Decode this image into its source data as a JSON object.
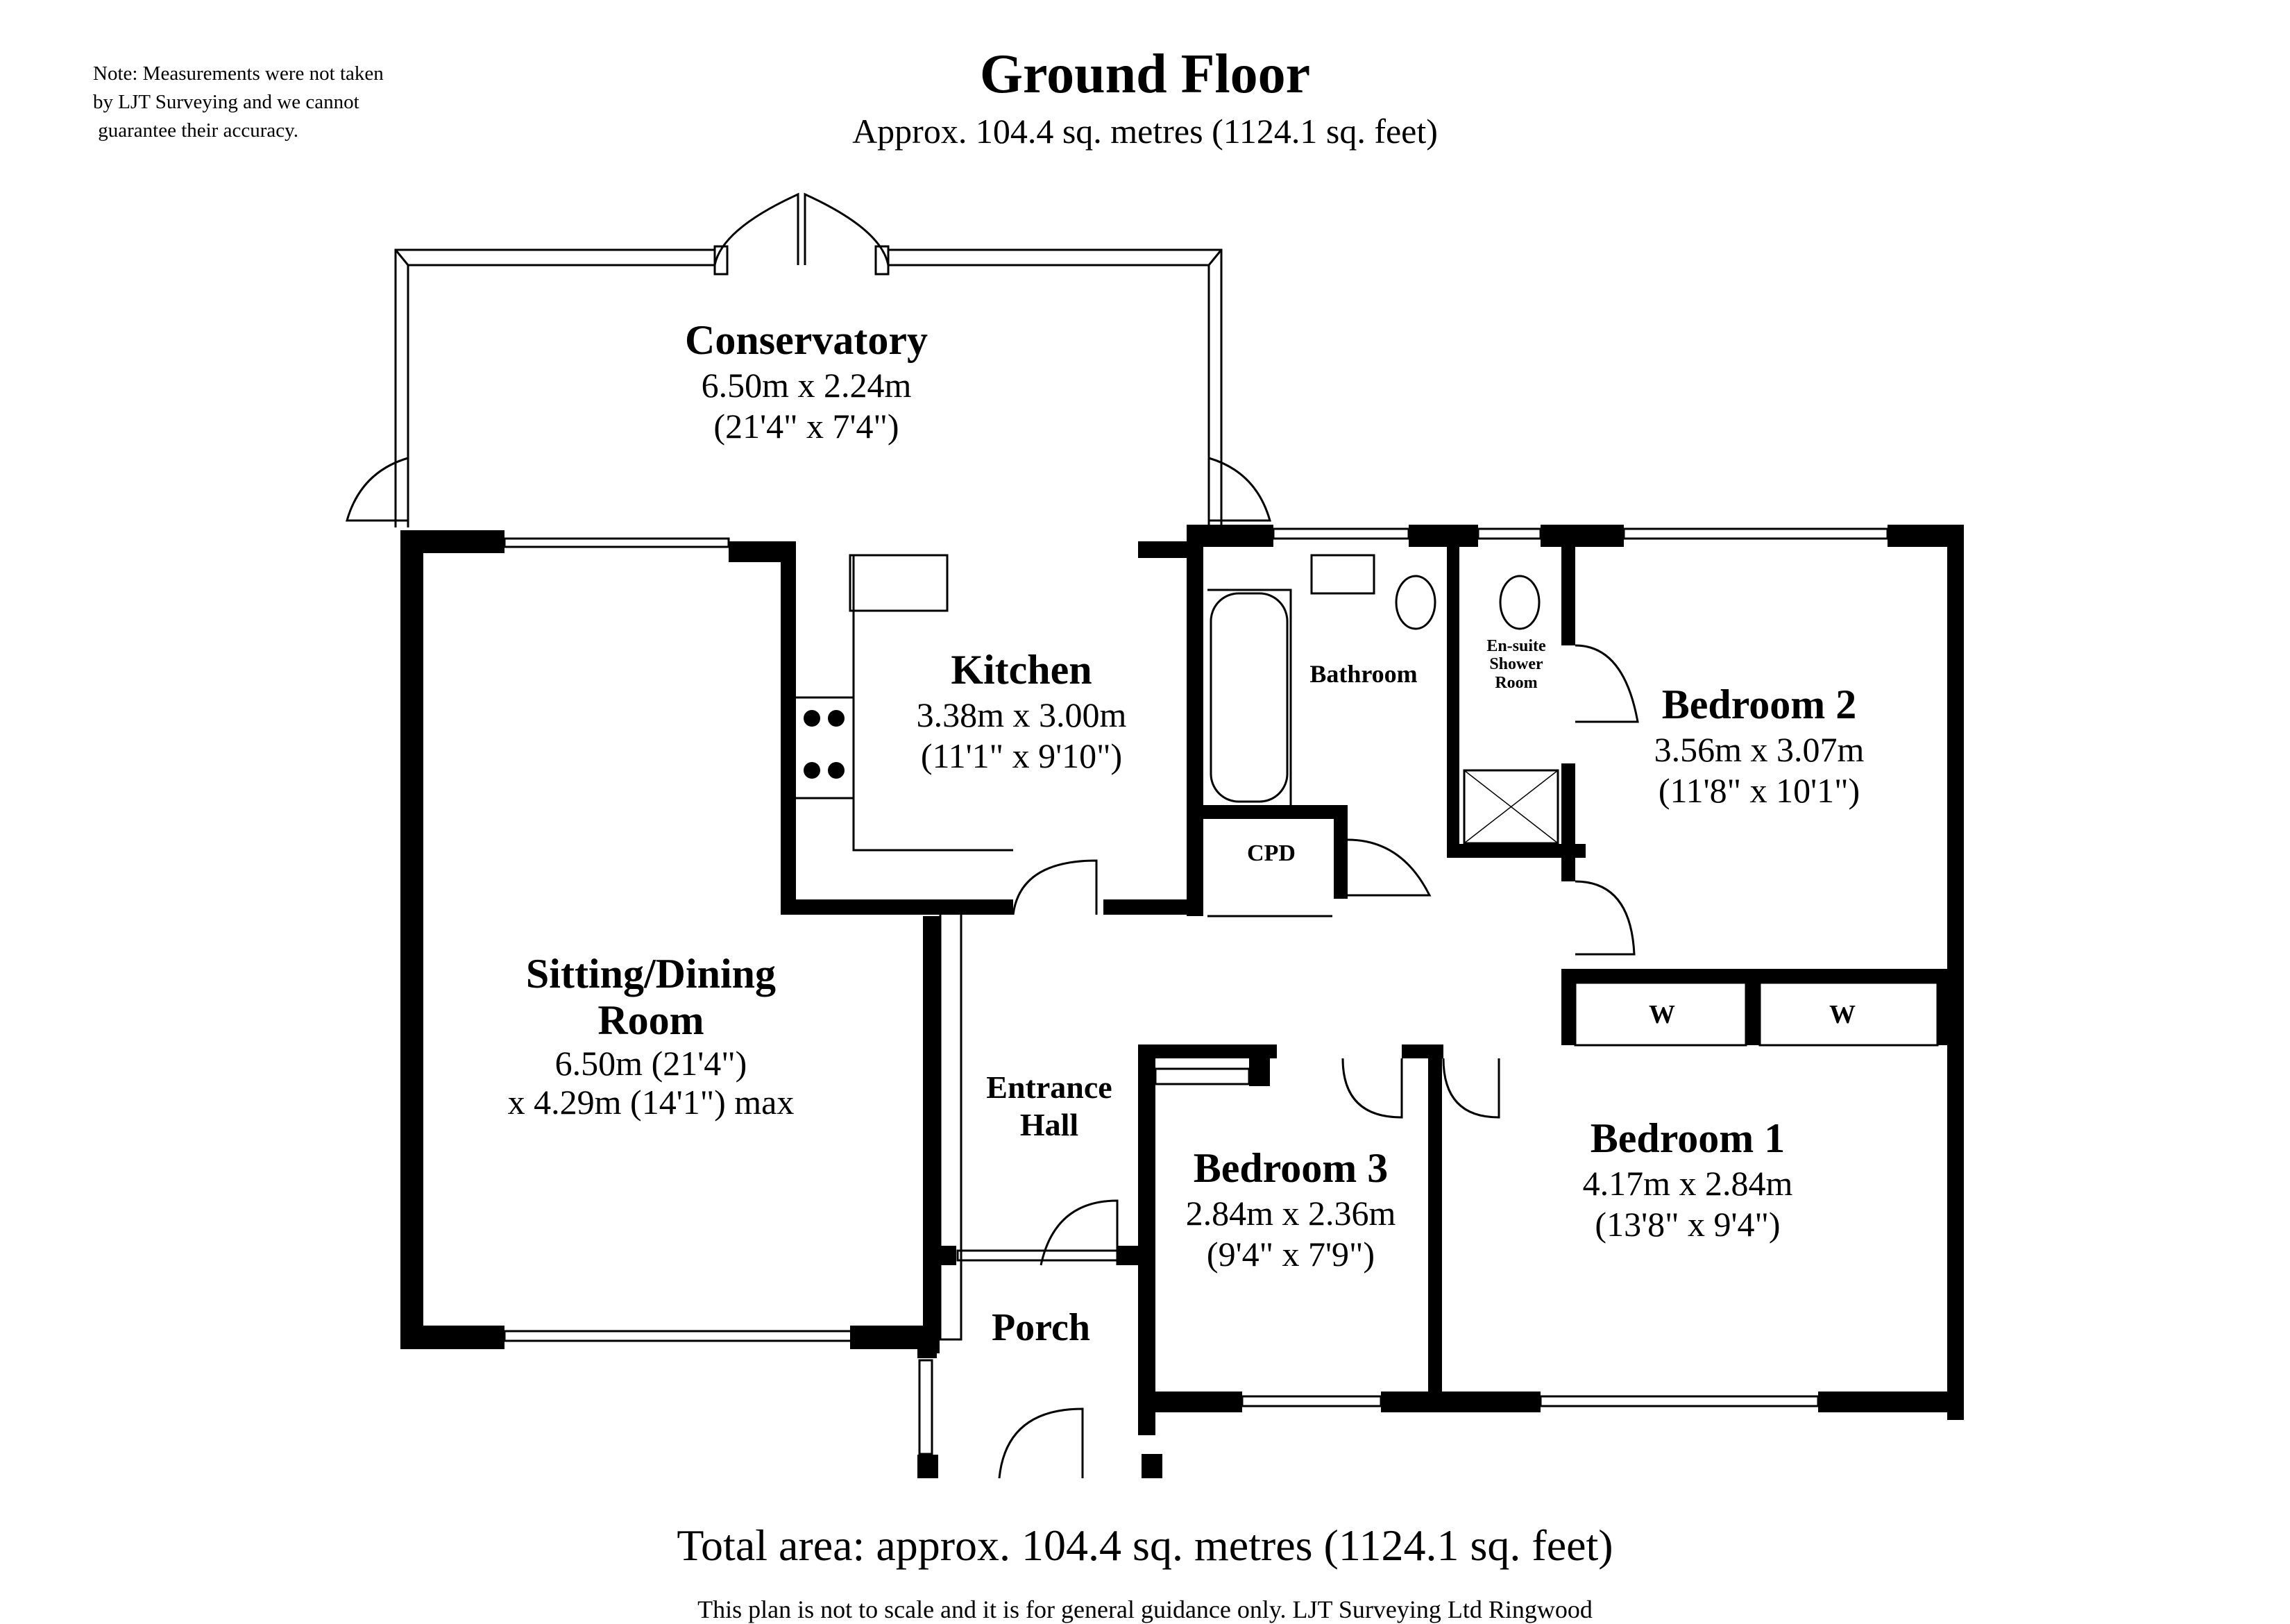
{
  "header": {
    "note": "Note: Measurements were not taken\nby LJT Surveying and we cannot\n guarantee their accuracy.",
    "title": "Ground Floor",
    "subtitle": "Approx. 104.4 sq. metres (1124.1 sq. feet)"
  },
  "rooms": {
    "conservatory": {
      "name": "Conservatory",
      "size_m": "6.50m x 2.24m",
      "size_ft": "(21'4\" x 7'4\")"
    },
    "kitchen": {
      "name": "Kitchen",
      "size_m": "3.38m x 3.00m",
      "size_ft": "(11'1\" x 9'10\")"
    },
    "bathroom": {
      "name": "Bathroom"
    },
    "ensuite": {
      "name_line1": "En-suite",
      "name_line2": "Shower",
      "name_line3": "Room"
    },
    "bedroom2": {
      "name": "Bedroom 2",
      "size_m": "3.56m x 3.07m",
      "size_ft": "(11'8\" x 10'1\")"
    },
    "cpd": {
      "name": "CPD"
    },
    "sitting": {
      "name_line1": "Sitting/Dining",
      "name_line2": "Room",
      "size_line1": "6.50m (21'4\")",
      "size_line2": "x 4.29m (14'1\") max"
    },
    "wardrobe": {
      "label": "W"
    },
    "entrance": {
      "name_line1": "Entrance",
      "name_line2": "Hall"
    },
    "bedroom3": {
      "name": "Bedroom 3",
      "size_m": "2.84m x 2.36m",
      "size_ft": "(9'4\" x 7'9\")"
    },
    "bedroom1": {
      "name": "Bedroom 1",
      "size_m": "4.17m x 2.84m",
      "size_ft": "(13'8\" x 9'4\")"
    },
    "porch": {
      "name": "Porch"
    }
  },
  "footer": {
    "total": "Total area: approx. 104.4 sq. metres (1124.1 sq. feet)",
    "disclaimer": "This plan is not to scale and it is for general guidance only. LJT Surveying Ltd Ringwood"
  }
}
